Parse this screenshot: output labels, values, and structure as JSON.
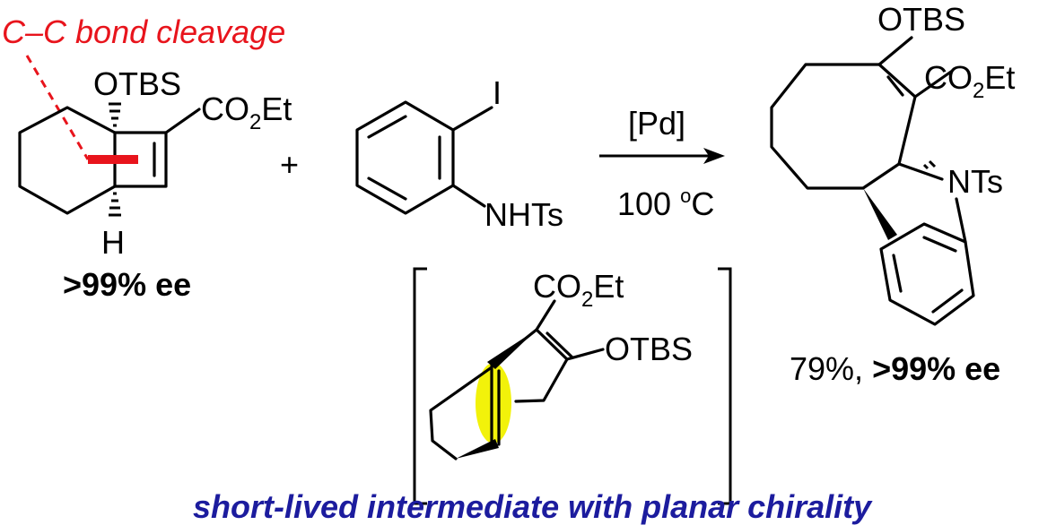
{
  "colors": {
    "annotation_red": "#e8141c",
    "caption_blue": "#1c1c9e",
    "highlight_yellow": "#f2f20a"
  },
  "reactant": {
    "annotation": "C–C bond cleavage",
    "otbs": "OTBS",
    "ester": "CO",
    "ester_sub": "2",
    "ester_tail": "Et",
    "h_label": "H",
    "ee": ">99% ee"
  },
  "plus": "+",
  "aryl_iodide": {
    "iodine": "I",
    "nhts": "NHTs"
  },
  "conditions": {
    "catalyst": "[Pd]",
    "temperature_num": "100 ",
    "temperature_sup": "o",
    "temperature_unit": "C"
  },
  "intermediate": {
    "ester": "CO",
    "ester_sub": "2",
    "ester_tail": "Et",
    "otbs": "OTBS",
    "caption": "short-lived intermediate with planar chirality"
  },
  "product": {
    "otbs": "OTBS",
    "ester": "CO",
    "ester_sub": "2",
    "ester_tail": "Et",
    "nts": "NTs",
    "yield": "79%, ",
    "ee": ">99% ee"
  }
}
